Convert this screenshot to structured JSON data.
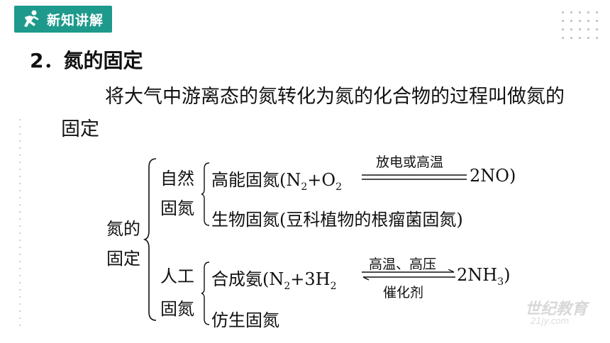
{
  "badge": {
    "label": "新知讲解",
    "icon": "running-person-icon",
    "color": "#1e9a8c"
  },
  "heading": "2．氮的固定",
  "paragraph": "将大气中游离态的氮转化为氮的化合物的过程叫做氮的固定",
  "tree": {
    "root": [
      "氮的",
      "固定"
    ],
    "natural": {
      "label": [
        "自然",
        "固氮"
      ],
      "item1": {
        "prefix": "高能固氮(N",
        "mid": "+O",
        "suffix": "2NO)",
        "condition": "放电或高温"
      },
      "item2": "生物固氮(豆科植物的根瘤菌固氮)"
    },
    "artificial": {
      "label": [
        "人工",
        "固氮"
      ],
      "item1": {
        "prefix": "合成氨(N",
        "mid": "+3H",
        "suffix": "2NH",
        "suffix_sub": "3",
        "suffix_end": ")",
        "condition_top": "高温、高压",
        "condition_bottom": "催化剂"
      },
      "item2": "仿生固氮"
    },
    "sub2": "2"
  },
  "watermark": {
    "brand": "世纪教育",
    "site": "21jy.com"
  }
}
